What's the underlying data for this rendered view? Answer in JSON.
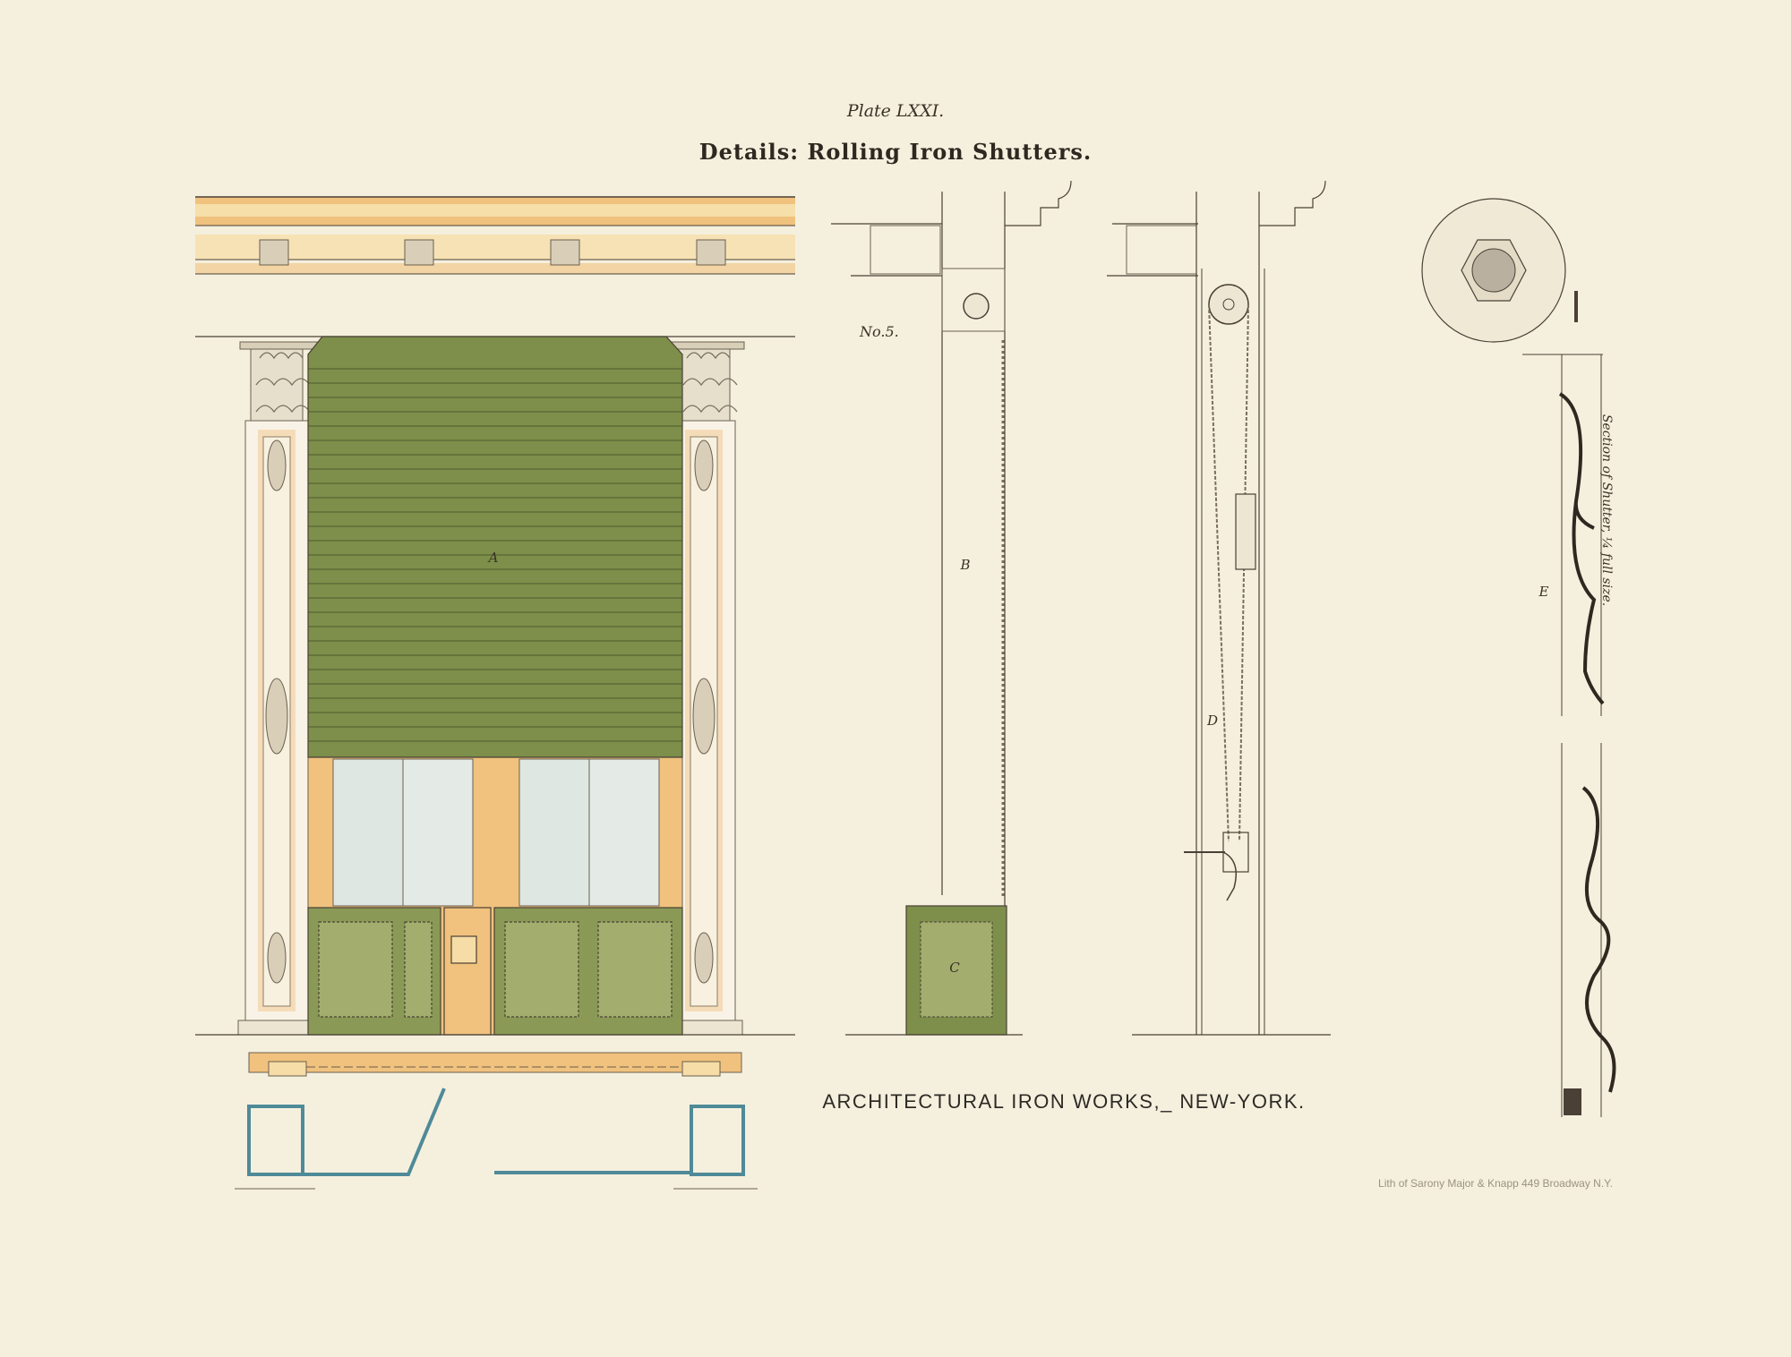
{
  "plate_number": "Plate LXXI.",
  "title": "Details: Rolling Iron Shutters.",
  "figure_number": "No.5.",
  "letters": {
    "a": "A",
    "b": "B",
    "c": "C",
    "d": "D",
    "e": "E"
  },
  "section_caption": "Section of Shutter, ¼ full size.",
  "publisher": "ARCHITECTURAL IRON WORKS,_ NEW-YORK.",
  "lithographer": "Lith of Sarony Major & Knapp 449 Broadway N.Y.",
  "colors": {
    "paper": "#f5f0de",
    "shutter_green": "#7d8f4a",
    "panel_green": "#8a9a56",
    "frame_ochre": "#f0c27e",
    "glass": "#dfe7e2",
    "plan_blue": "#4f8a98",
    "ink": "#4a4036"
  }
}
